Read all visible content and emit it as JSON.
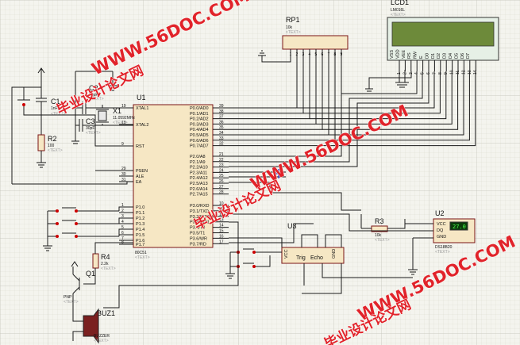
{
  "text_placeholder": "<TEXT>",
  "rp1": {
    "ref": "RP1",
    "value": "10k"
  },
  "lcd": {
    "ref": "LCD1",
    "model": "LM016L",
    "pins": [
      "VSS",
      "VDD",
      "VEE",
      "RS",
      "RW",
      "E",
      "D0",
      "D1",
      "D2",
      "D3",
      "D4",
      "D5",
      "D6",
      "D7"
    ]
  },
  "u1": {
    "ref": "U1",
    "model": "80C51",
    "left_pins": [
      {
        "num": "19",
        "name": "XTAL1"
      },
      {
        "num": "18",
        "name": "XTAL2"
      },
      {
        "num": "9",
        "name": "RST"
      },
      {
        "num": "29",
        "name": "PSEN"
      },
      {
        "num": "30",
        "name": "ALE"
      },
      {
        "num": "31",
        "name": "EA"
      },
      {
        "num": "1",
        "name": "P1.0"
      },
      {
        "num": "2",
        "name": "P1.1"
      },
      {
        "num": "3",
        "name": "P1.2"
      },
      {
        "num": "4",
        "name": "P1.3"
      },
      {
        "num": "5",
        "name": "P1.4"
      },
      {
        "num": "6",
        "name": "P1.5"
      },
      {
        "num": "7",
        "name": "P1.6"
      },
      {
        "num": "8",
        "name": "P1.7"
      }
    ],
    "right_top": [
      {
        "num": "39",
        "name": "P0.0/AD0"
      },
      {
        "num": "38",
        "name": "P0.1/AD1"
      },
      {
        "num": "37",
        "name": "P0.2/AD2"
      },
      {
        "num": "36",
        "name": "P0.3/AD3"
      },
      {
        "num": "35",
        "name": "P0.4/AD4"
      },
      {
        "num": "34",
        "name": "P0.5/AD5"
      },
      {
        "num": "33",
        "name": "P0.6/AD6"
      },
      {
        "num": "32",
        "name": "P0.7/AD7"
      }
    ],
    "right_mid": [
      {
        "num": "21",
        "name": "P2.0/A8"
      },
      {
        "num": "22",
        "name": "P2.1/A9"
      },
      {
        "num": "23",
        "name": "P2.2/A10"
      },
      {
        "num": "24",
        "name": "P2.3/A11"
      },
      {
        "num": "25",
        "name": "P2.4/A12"
      },
      {
        "num": "26",
        "name": "P2.5/A13"
      },
      {
        "num": "27",
        "name": "P2.6/A14"
      },
      {
        "num": "28",
        "name": "P2.7/A15"
      }
    ],
    "right_bot": [
      {
        "num": "10",
        "name": "P3.0/RXD"
      },
      {
        "num": "11",
        "name": "P3.1/TXD"
      },
      {
        "num": "12",
        "name": "P3.2/INT0"
      },
      {
        "num": "13",
        "name": "P3.3/INT1"
      },
      {
        "num": "14",
        "name": "P3.4/T0"
      },
      {
        "num": "15",
        "name": "P3.5/T1"
      },
      {
        "num": "16",
        "name": "P3.6/WR"
      },
      {
        "num": "17",
        "name": "P3.7/RD"
      }
    ]
  },
  "c1": {
    "ref": "C1",
    "value": "1nF"
  },
  "c2": {
    "ref": "C2",
    "value": "30pF"
  },
  "c3": {
    "ref": "C3",
    "value": "30pF"
  },
  "x1": {
    "ref": "X1",
    "value": "11.0592MHz"
  },
  "r2": {
    "ref": "R2",
    "value": "100"
  },
  "r3": {
    "ref": "R3",
    "value": "10k"
  },
  "r4": {
    "ref": "R4",
    "value": "2.2k"
  },
  "q1": {
    "ref": "Q1",
    "type": "PNP"
  },
  "buz": {
    "ref": "BUZ1",
    "model": "BUZZER"
  },
  "u2": {
    "ref": "U2",
    "model": "DS18B20",
    "pins": [
      "VCC",
      "DQ",
      "GND"
    ],
    "display": "27.0"
  },
  "u3": {
    "ref": "U3",
    "pins": [
      "VCC",
      "Trig",
      "Echo",
      "GND"
    ]
  },
  "watermark": {
    "url": "WWW.56DOC.COM",
    "cn": "毕业设计论文网"
  }
}
